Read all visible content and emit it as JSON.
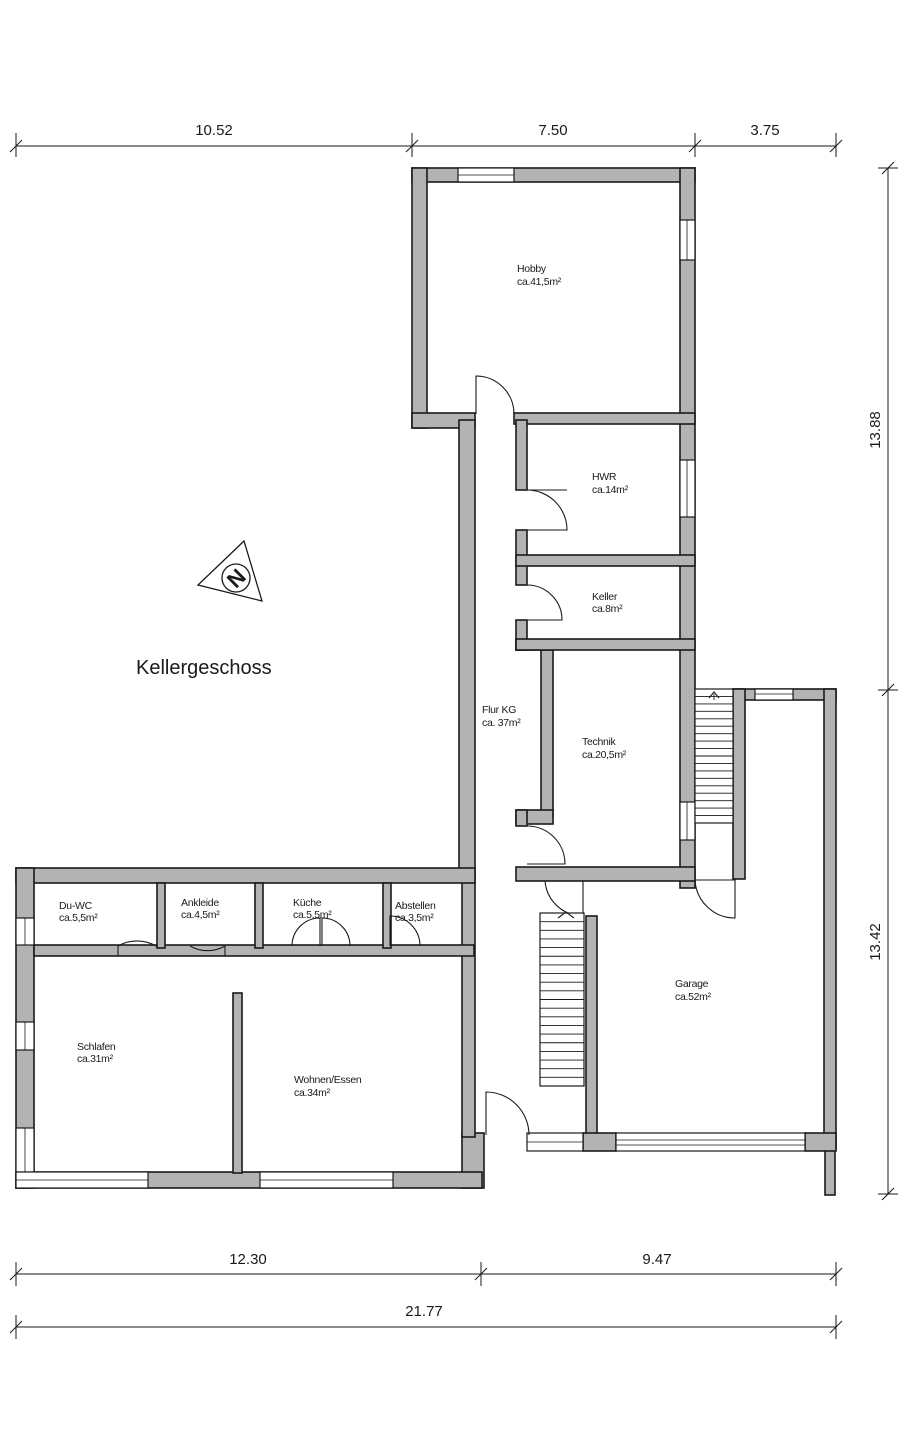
{
  "title": "Kellergeschoss",
  "compass_letter": "N",
  "dimensions": {
    "top_left": "10.52",
    "top_middle": "7.50",
    "top_right": "3.75",
    "right_upper": "13.88",
    "right_lower": "13.42",
    "bottom_left": "12.30",
    "bottom_right": "9.47",
    "bottom_total": "21.77"
  },
  "rooms": {
    "hobby": {
      "name": "Hobby",
      "area": "ca.41,5m²"
    },
    "hwr": {
      "name": "HWR",
      "area": "ca.14m²"
    },
    "keller": {
      "name": "Keller",
      "area": "ca.8m²"
    },
    "flur": {
      "name": "Flur KG",
      "area": "ca. 37m²"
    },
    "technik": {
      "name": "Technik",
      "area": "ca.20,5m²"
    },
    "garage": {
      "name": "Garage",
      "area": "ca.52m²"
    },
    "duwc": {
      "name": "Du-WC",
      "area": "ca.5,5m²"
    },
    "ankleide": {
      "name": "Ankleide",
      "area": "ca.4,5m²"
    },
    "kueche": {
      "name": "Küche",
      "area": "ca.5,5m²"
    },
    "abstellen": {
      "name": "Abstellen",
      "area": "ca.3,5m²"
    },
    "schlafen": {
      "name": "Schlafen",
      "area": "ca.31m²"
    },
    "wohnen": {
      "name": "Wohnen/Essen",
      "area": "ca.34m²"
    }
  }
}
